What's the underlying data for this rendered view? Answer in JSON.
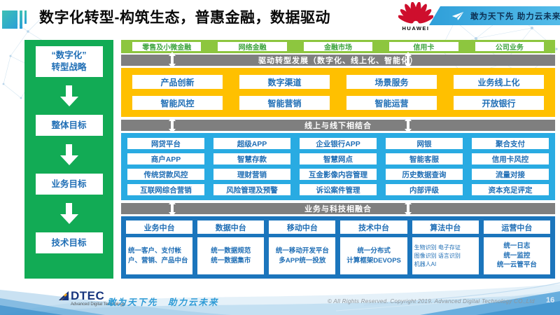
{
  "page": {
    "title": "数字化转型-构筑生态，普惠金融，数据驱动",
    "page_number": "16"
  },
  "header": {
    "huawei_wordmark": "HUAWEI",
    "banner_slogan": "敢为天下先 助力云未来"
  },
  "strategy_panel": {
    "items": [
      "“数字化”\n转型战略",
      "整体目标",
      "业务目标",
      "技术目标"
    ]
  },
  "business_lines": {
    "items": [
      "零售及小微金融",
      "网络金融",
      "金融市场",
      "信用卡",
      "公司业务"
    ]
  },
  "bars": {
    "drive": "驱动转型发展（数字化、线上化、智能化）",
    "online_offline": "线上与线下相结合",
    "biz_tech": "业务与科技相融合"
  },
  "capabilities": {
    "items": [
      "产品创新",
      "数字渠道",
      "场景服务",
      "业务线上化",
      "智能风控",
      "智能营销",
      "智能运营",
      "开放银行"
    ]
  },
  "applications": {
    "rows": [
      [
        "网贷平台",
        "超级APP",
        "企业银行APP",
        "网银",
        "聚合支付"
      ],
      [
        "商户APP",
        "智慧存款",
        "智慧网点",
        "智能客服",
        "信用卡风控"
      ],
      [
        "传统贷款风控",
        "理财营销",
        "互金影像内容管理",
        "历史数据查询",
        "流量对接"
      ],
      [
        "互联网综合营销",
        "风险管理及预警",
        "诉讼案件管理",
        "内部评级",
        "资本充足评定"
      ]
    ]
  },
  "platforms": {
    "columns": [
      {
        "title": "业务中台",
        "content": "统一客户、支付帐户、营销、产品中台"
      },
      {
        "title": "数据中台",
        "content": "统一数据规范\n统一数据集市"
      },
      {
        "title": "移动中台",
        "content": "统一移动开发平台\n多APP统一投放"
      },
      {
        "title": "技术中台",
        "content": "统一分布式\n计算框架DEVOPS"
      },
      {
        "title": "算法中台",
        "content": "生物识别 电子存证\n图像识别 语言识别\n机器人AI"
      },
      {
        "title": "运营中台",
        "content": "统一日志\n统一监控\n统一云管平台"
      }
    ]
  },
  "footer": {
    "logo_text": "DTEC",
    "logo_subtext": "Advanced Digital Technology",
    "slogan": "敢为天下先　助力云未来",
    "copyright": "© All Rights Reserved. Copyright 2019. Advanced Digital Technology CO.,Ltd"
  },
  "colors": {
    "emerald": "#12ab55",
    "lime": "#8dc63f",
    "amber": "#ffc000",
    "gray_bar": "#7f7f7f",
    "sky_blue": "#29abe2",
    "deep_blue": "#1b75bc",
    "text_blue": "#1f6eb5",
    "huawei_red": "#ce0e2d",
    "banner_blue": "#36a9e1"
  }
}
